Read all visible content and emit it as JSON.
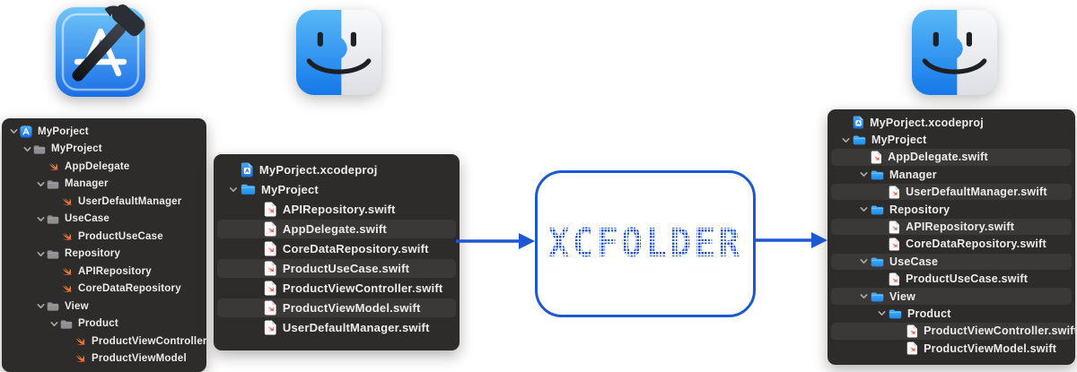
{
  "diagram": {
    "transformer_label": "XCFOLDER",
    "accent_blue": "#1d57d2",
    "panel_background": "#2e2c2b",
    "stripe_color": "#3b3937",
    "icon_names": {
      "xcode_app": "xcode-app-icon",
      "finder_app": "finder-app-icon",
      "chevron": "chevron-down-icon",
      "gray_folder": "folder-icon",
      "blue_folder": "blue-folder-icon",
      "swift": "swift-icon",
      "swift_file": "swift-file-icon",
      "xcodeproj_file": "xcodeproj-file-icon",
      "xcode_project": "xcode-project-icon"
    }
  },
  "panels": {
    "xcode_navigator": {
      "rows": [
        {
          "label": "MyPorject",
          "icon": "xcode-project-icon",
          "level": 0,
          "chevron": true,
          "stripe": false
        },
        {
          "label": "MyProject",
          "icon": "folder-icon",
          "level": 1,
          "chevron": true,
          "stripe": false
        },
        {
          "label": "AppDelegate",
          "icon": "swift-icon",
          "level": 2,
          "chevron": false,
          "stripe": false
        },
        {
          "label": "Manager",
          "icon": "folder-icon",
          "level": 2,
          "chevron": true,
          "stripe": false
        },
        {
          "label": "UserDefaultManager",
          "icon": "swift-icon",
          "level": 3,
          "chevron": false,
          "stripe": false
        },
        {
          "label": "UseCase",
          "icon": "folder-icon",
          "level": 2,
          "chevron": true,
          "stripe": false
        },
        {
          "label": "ProductUseCase",
          "icon": "swift-icon",
          "level": 3,
          "chevron": false,
          "stripe": false
        },
        {
          "label": "Repository",
          "icon": "folder-icon",
          "level": 2,
          "chevron": true,
          "stripe": false
        },
        {
          "label": "APIRepository",
          "icon": "swift-icon",
          "level": 3,
          "chevron": false,
          "stripe": false
        },
        {
          "label": "CoreDataRepository",
          "icon": "swift-icon",
          "level": 3,
          "chevron": false,
          "stripe": false
        },
        {
          "label": "View",
          "icon": "folder-icon",
          "level": 2,
          "chevron": true,
          "stripe": false
        },
        {
          "label": "Product",
          "icon": "folder-icon",
          "level": 3,
          "chevron": true,
          "stripe": false
        },
        {
          "label": "ProductViewController",
          "icon": "swift-icon",
          "level": 4,
          "chevron": false,
          "stripe": false
        },
        {
          "label": "ProductViewModel",
          "icon": "swift-icon",
          "level": 4,
          "chevron": false,
          "stripe": false
        }
      ]
    },
    "finder_flat": {
      "rows": [
        {
          "label": "MyPorject.xcodeproj",
          "icon": "xcodeproj-file-icon",
          "level": 1,
          "chevron": false,
          "stripe": false
        },
        {
          "label": "MyProject",
          "icon": "blue-folder-icon",
          "level": 1,
          "chevron": true,
          "stripe": false
        },
        {
          "label": "APIRepository.swift",
          "icon": "swift-file-icon",
          "level": 2,
          "chevron": false,
          "stripe": false
        },
        {
          "label": "AppDelegate.swift",
          "icon": "swift-file-icon",
          "level": 2,
          "chevron": false,
          "stripe": true
        },
        {
          "label": "CoreDataRepository.swift",
          "icon": "swift-file-icon",
          "level": 2,
          "chevron": false,
          "stripe": false
        },
        {
          "label": "ProductUseCase.swift",
          "icon": "swift-file-icon",
          "level": 2,
          "chevron": false,
          "stripe": true
        },
        {
          "label": "ProductViewController.swift",
          "icon": "swift-file-icon",
          "level": 2,
          "chevron": false,
          "stripe": false
        },
        {
          "label": "ProductViewModel.swift",
          "icon": "swift-file-icon",
          "level": 2,
          "chevron": false,
          "stripe": true
        },
        {
          "label": "UserDefaultManager.swift",
          "icon": "swift-file-icon",
          "level": 2,
          "chevron": false,
          "stripe": false
        }
      ]
    },
    "finder_organized": {
      "rows": [
        {
          "label": "MyPorject.xcodeproj",
          "icon": "xcodeproj-file-icon",
          "level": 0,
          "chevron": false,
          "stripe": false
        },
        {
          "label": "MyProject",
          "icon": "blue-folder-icon",
          "level": 0,
          "chevron": true,
          "stripe": false
        },
        {
          "label": "AppDelegate.swift",
          "icon": "swift-file-icon",
          "level": 1,
          "chevron": false,
          "stripe": true
        },
        {
          "label": "Manager",
          "icon": "blue-folder-icon",
          "level": 1,
          "chevron": true,
          "stripe": false
        },
        {
          "label": "UserDefaultManager.swift",
          "icon": "swift-file-icon",
          "level": 2,
          "chevron": false,
          "stripe": true
        },
        {
          "label": "Repository",
          "icon": "blue-folder-icon",
          "level": 1,
          "chevron": true,
          "stripe": false
        },
        {
          "label": "APIRepository.swift",
          "icon": "swift-file-icon",
          "level": 2,
          "chevron": false,
          "stripe": true
        },
        {
          "label": "CoreDataRepository.swift",
          "icon": "swift-file-icon",
          "level": 2,
          "chevron": false,
          "stripe": false
        },
        {
          "label": "UseCase",
          "icon": "blue-folder-icon",
          "level": 1,
          "chevron": true,
          "stripe": true
        },
        {
          "label": "ProductUseCase.swift",
          "icon": "swift-file-icon",
          "level": 2,
          "chevron": false,
          "stripe": false
        },
        {
          "label": "View",
          "icon": "blue-folder-icon",
          "level": 1,
          "chevron": true,
          "stripe": true
        },
        {
          "label": "Product",
          "icon": "blue-folder-icon",
          "level": 2,
          "chevron": true,
          "stripe": false
        },
        {
          "label": "ProductViewController.swift",
          "icon": "swift-file-icon",
          "level": 3,
          "chevron": false,
          "stripe": true
        },
        {
          "label": "ProductViewModel.swift",
          "icon": "swift-file-icon",
          "level": 3,
          "chevron": false,
          "stripe": false
        }
      ]
    }
  }
}
